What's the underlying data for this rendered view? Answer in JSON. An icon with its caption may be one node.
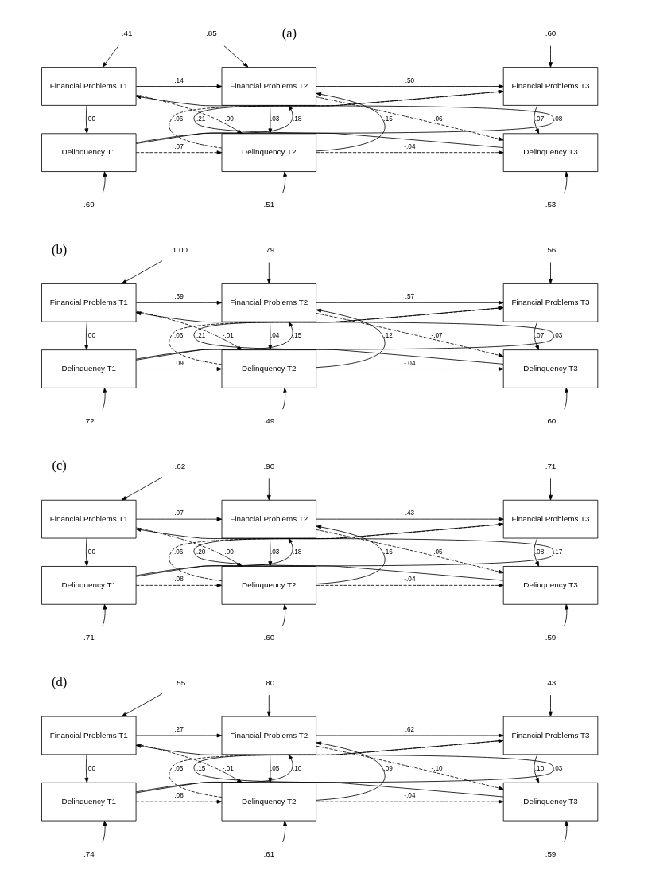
{
  "diagram": {
    "nodes": [
      {
        "text": [
          ".41"
        ]
      },
      {
        "text": [
          ".85"
        ]
      },
      {
        "text": [
          ".60"
        ]
      },
      {
        "text": [
          "Financial Problems T1"
        ]
      },
      {
        "text": [
          "Financial Problems T2"
        ]
      },
      {
        "text": [
          "Financial Problems T3"
        ]
      },
      {
        "text": [
          "Delinquency T1"
        ]
      },
      {
        "text": [
          "Delinquency T2"
        ]
      },
      {
        "text": [
          "Delinquency T3"
        ]
      },
      {
        "text": [
          ".69"
        ]
      },
      {
        "text": [
          ".51"
        ]
      },
      {
        "text": [
          ".53"
        ]
      },
      {
        "text": [
          "1.00"
        ]
      },
      {
        "text": [
          ".79"
        ]
      },
      {
        "text": [
          ".56"
        ]
      },
      {
        "text": [
          "Financial Problems T1"
        ]
      },
      {
        "text": [
          "Financial Problems T2"
        ]
      },
      {
        "text": [
          "Financial Problems T3"
        ]
      },
      {
        "text": [
          "Delinquency T1"
        ]
      },
      {
        "text": [
          "Delinquency T2"
        ]
      },
      {
        "text": [
          "Delinquency T3"
        ]
      },
      {
        "text": [
          ".72"
        ]
      },
      {
        "text": [
          ".49"
        ]
      },
      {
        "text": [
          ".60"
        ]
      },
      {
        "text": [
          ".62"
        ]
      },
      {
        "text": [
          ".90"
        ]
      },
      {
        "text": [
          ".71"
        ]
      },
      {
        "text": [
          "Financial Problems T1"
        ]
      },
      {
        "text": [
          "Financial Problems T2"
        ]
      },
      {
        "text": [
          "Financial Problems T3"
        ]
      },
      {
        "text": [
          "Delinquency T1"
        ]
      },
      {
        "text": [
          "Delinquency T2"
        ]
      },
      {
        "text": [
          "Delinquency T3"
        ]
      },
      {
        "text": [
          ".71"
        ]
      },
      {
        "text": [
          ".60"
        ]
      },
      {
        "text": [
          ".59"
        ]
      },
      {
        "text": [
          ".55"
        ]
      },
      {
        "text": [
          ".80"
        ]
      },
      {
        "text": [
          ".43"
        ]
      },
      {
        "text": [
          "Financial Problems T1"
        ]
      },
      {
        "text": [
          "Financial Problems T2"
        ]
      },
      {
        "text": [
          "Financial Problems T3"
        ]
      },
      {
        "text": [
          "Delinquency T1"
        ]
      },
      {
        "text": [
          "Delinquency T2"
        ]
      },
      {
        "text": [
          "Delinquency T3"
        ]
      },
      {
        "text": [
          ".74"
        ]
      },
      {
        "text": [
          ".61"
        ]
      },
      {
        "text": [
          ".59"
        ]
      }
    ],
    "edges": [
      {
        "from": 3,
        "to": 4,
        "arrow": "to",
        "label": ".14"
      },
      {
        "from": 3,
        "to": 7,
        "arrow": "to",
        "label": "-.00",
        "style": "dashed"
      },
      {
        "from": 4,
        "to": 5,
        "arrow": "to",
        "label": ".50"
      },
      {
        "from": 4,
        "to": 8,
        "arrow": "to",
        "label": "-.06",
        "style": "dashed"
      },
      {
        "from": 3,
        "to": 6,
        "arrow": "to",
        "label": ".00"
      },
      {
        "from": 6,
        "to": 3,
        "arrow": "to",
        "label": ".08"
      },
      {
        "from": 4,
        "to": 7,
        "arrow": "to",
        "label": ".03"
      },
      {
        "from": 7,
        "to": 4,
        "arrow": "to",
        "label": ".15"
      },
      {
        "from": 5,
        "to": 8,
        "arrow": "to",
        "label": ".07"
      },
      {
        "from": 8,
        "to": 5,
        "arrow": "to",
        "label": ".21"
      },
      {
        "from": 6,
        "to": 4,
        "arrow": "to",
        "label": ".18"
      },
      {
        "from": 7,
        "to": 5,
        "arrow": "to",
        "label": ".06",
        "style": "dashed"
      },
      {
        "from": 6,
        "to": 7,
        "arrow": "to",
        "label": ".07",
        "style": "dashed"
      },
      {
        "from": 7,
        "to": 8,
        "arrow": "to",
        "label": "-.04",
        "style": "dashed"
      },
      {
        "from": 0,
        "to": 3,
        "arrow": "to"
      },
      {
        "from": 1,
        "to": 4,
        "arrow": "to"
      },
      {
        "from": 2,
        "to": 5,
        "arrow": "to"
      },
      {
        "from": 9,
        "to": 6,
        "arrow": "to"
      },
      {
        "from": 10,
        "to": 7,
        "arrow": "to"
      },
      {
        "from": 11,
        "to": 8,
        "arrow": "to"
      },
      {
        "from": 15,
        "to": 16,
        "arrow": "to",
        "label": ".39"
      },
      {
        "from": 15,
        "to": 19,
        "arrow": "to",
        "label": "-.01",
        "style": "dashed"
      },
      {
        "from": 16,
        "to": 17,
        "arrow": "to",
        "label": ".57"
      },
      {
        "from": 16,
        "to": 20,
        "arrow": "to",
        "label": "-.07",
        "style": "dashed"
      },
      {
        "from": 15,
        "to": 18,
        "arrow": "to",
        "label": ".00"
      },
      {
        "from": 18,
        "to": 15,
        "arrow": "to",
        "label": ".03"
      },
      {
        "from": 16,
        "to": 19,
        "arrow": "to",
        "label": ".04"
      },
      {
        "from": 19,
        "to": 16,
        "arrow": "to",
        "label": ".12"
      },
      {
        "from": 17,
        "to": 20,
        "arrow": "to",
        "label": ".07"
      },
      {
        "from": 20,
        "to": 17,
        "arrow": "to",
        "label": ".21"
      },
      {
        "from": 18,
        "to": 16,
        "arrow": "to",
        "label": ".15"
      },
      {
        "from": 19,
        "to": 17,
        "arrow": "to",
        "label": ".06",
        "style": "dashed"
      },
      {
        "from": 18,
        "to": 19,
        "arrow": "to",
        "label": ".09",
        "style": "dashed"
      },
      {
        "from": 19,
        "to": 20,
        "arrow": "to",
        "label": "-.04",
        "style": "dashed"
      },
      {
        "from": 12,
        "to": 15,
        "arrow": "to"
      },
      {
        "from": 13,
        "to": 16,
        "arrow": "to"
      },
      {
        "from": 14,
        "to": 17,
        "arrow": "to"
      },
      {
        "from": 21,
        "to": 18,
        "arrow": "to"
      },
      {
        "from": 22,
        "to": 19,
        "arrow": "to"
      },
      {
        "from": 23,
        "to": 20,
        "arrow": "to"
      },
      {
        "from": 27,
        "to": 28,
        "arrow": "to",
        "label": ".07"
      },
      {
        "from": 27,
        "to": 31,
        "arrow": "to",
        "label": "-.00",
        "style": "dashed"
      },
      {
        "from": 28,
        "to": 29,
        "arrow": "to",
        "label": ".43"
      },
      {
        "from": 28,
        "to": 32,
        "arrow": "to",
        "label": "-.05",
        "style": "dashed"
      },
      {
        "from": 27,
        "to": 30,
        "arrow": "to",
        "label": ".00"
      },
      {
        "from": 30,
        "to": 27,
        "arrow": "to",
        "label": ".17"
      },
      {
        "from": 28,
        "to": 31,
        "arrow": "to",
        "label": ".03"
      },
      {
        "from": 31,
        "to": 28,
        "arrow": "to",
        "label": ".16"
      },
      {
        "from": 29,
        "to": 32,
        "arrow": "to",
        "label": ".08"
      },
      {
        "from": 32,
        "to": 29,
        "arrow": "to",
        "label": ".20"
      },
      {
        "from": 30,
        "to": 28,
        "arrow": "to",
        "label": ".18"
      },
      {
        "from": 31,
        "to": 29,
        "arrow": "to",
        "label": ".06",
        "style": "dashed"
      },
      {
        "from": 30,
        "to": 31,
        "arrow": "to",
        "label": ".08",
        "style": "dashed"
      },
      {
        "from": 31,
        "to": 32,
        "arrow": "to",
        "label": "-.04",
        "style": "dashed"
      },
      {
        "from": 24,
        "to": 27,
        "arrow": "to"
      },
      {
        "from": 25,
        "to": 28,
        "arrow": "to"
      },
      {
        "from": 26,
        "to": 29,
        "arrow": "to"
      },
      {
        "from": 33,
        "to": 30,
        "arrow": "to"
      },
      {
        "from": 34,
        "to": 31,
        "arrow": "to"
      },
      {
        "from": 35,
        "to": 32,
        "arrow": "to"
      },
      {
        "from": 39,
        "to": 40,
        "arrow": "to",
        "label": ".27"
      },
      {
        "from": 39,
        "to": 43,
        "arrow": "to",
        "label": "-.01",
        "style": "dashed"
      },
      {
        "from": 40,
        "to": 41,
        "arrow": "to",
        "label": ".62"
      },
      {
        "from": 40,
        "to": 44,
        "arrow": "to",
        "label": "-.10",
        "style": "dashed"
      },
      {
        "from": 39,
        "to": 42,
        "arrow": "to",
        "label": ".00"
      },
      {
        "from": 42,
        "to": 39,
        "arrow": "to",
        "label": ".03"
      },
      {
        "from": 40,
        "to": 43,
        "arrow": "to",
        "label": ".05"
      },
      {
        "from": 43,
        "to": 40,
        "arrow": "to",
        "label": ".09"
      },
      {
        "from": 41,
        "to": 44,
        "arrow": "to",
        "label": ".10"
      },
      {
        "from": 44,
        "to": 41,
        "arrow": "to",
        "label": ".15"
      },
      {
        "from": 42,
        "to": 40,
        "arrow": "to",
        "label": ".10"
      },
      {
        "from": 43,
        "to": 41,
        "arrow": "to",
        "label": ".05",
        "style": "dashed"
      },
      {
        "from": 42,
        "to": 43,
        "arrow": "to",
        "label": ".08",
        "style": "dashed"
      },
      {
        "from": 43,
        "to": 44,
        "arrow": "to",
        "label": "-.04",
        "style": "dashed"
      },
      {
        "from": 36,
        "to": 39,
        "arrow": "to"
      },
      {
        "from": 37,
        "to": 40,
        "arrow": "to"
      },
      {
        "from": 38,
        "to": 41,
        "arrow": "to"
      },
      {
        "from": 45,
        "to": 42,
        "arrow": "to"
      },
      {
        "from": 46,
        "to": 43,
        "arrow": "to"
      },
      {
        "from": 47,
        "to": 44,
        "arrow": "to"
      }
    ],
    "labels": [
      "(a)",
      "(b)",
      "(c)",
      "(d)"
    ]
  }
}
